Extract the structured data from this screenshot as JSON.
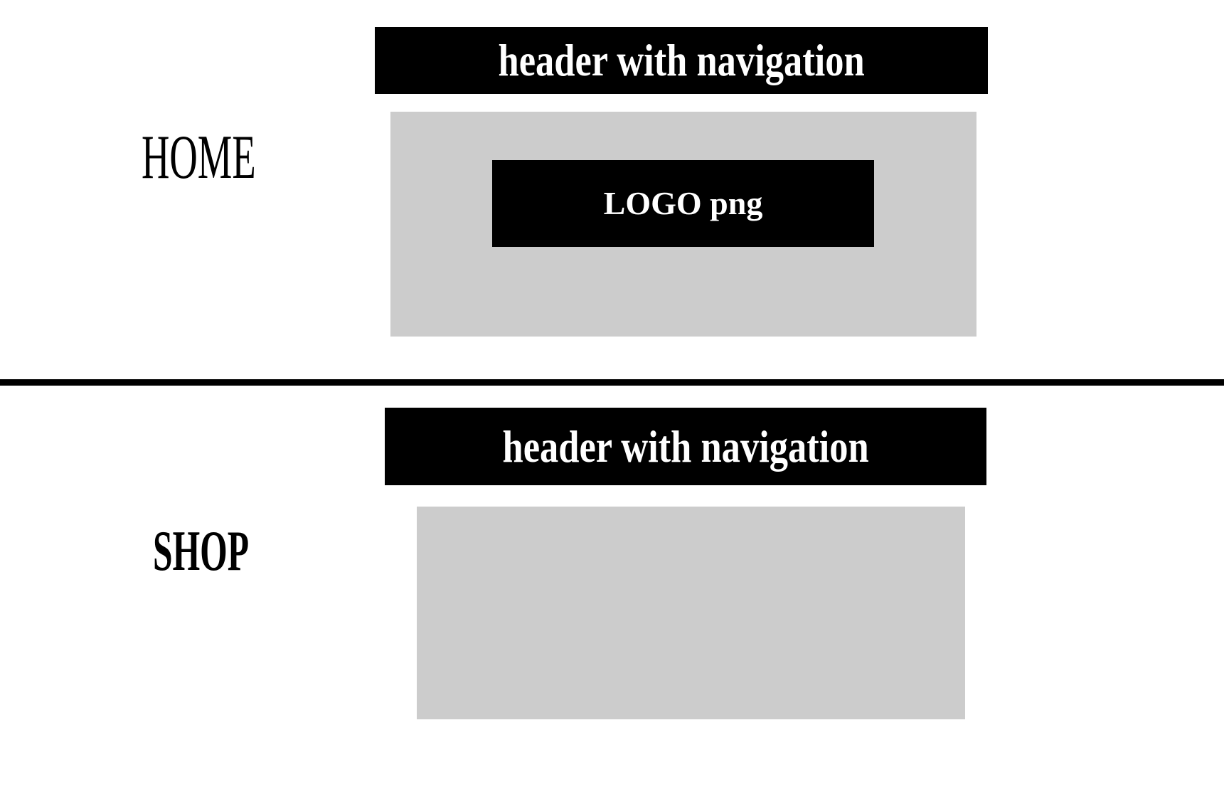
{
  "sections": {
    "home": {
      "label": "HOME",
      "header_text": "header with navigation",
      "logo_text": "LOGO png"
    },
    "shop": {
      "label": "SHOP",
      "header_text": "header with navigation"
    }
  },
  "colors": {
    "bar": "#000000",
    "block": "#cccccc",
    "background": "#ffffff",
    "bar_text": "#ffffff"
  }
}
